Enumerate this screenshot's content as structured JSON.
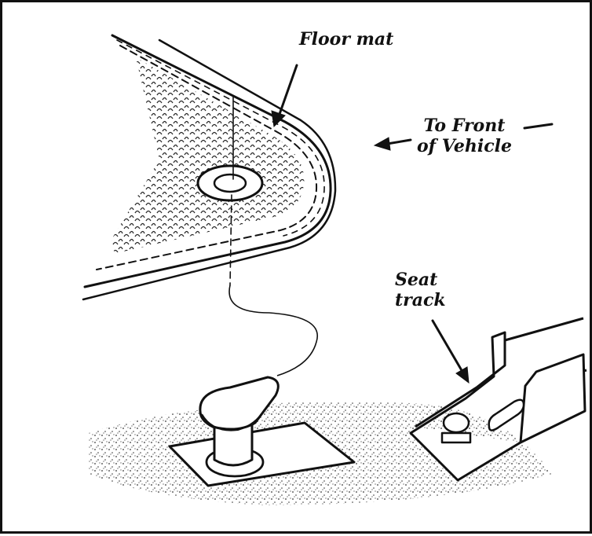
{
  "labels": {
    "floor_mat": "Floor mat",
    "to_front_line1": "To Front",
    "to_front_line2": "of Vehicle",
    "seat_line1": "Seat",
    "seat_line2": "track"
  },
  "colors": {
    "ink": "#111111",
    "background": "#ffffff"
  }
}
